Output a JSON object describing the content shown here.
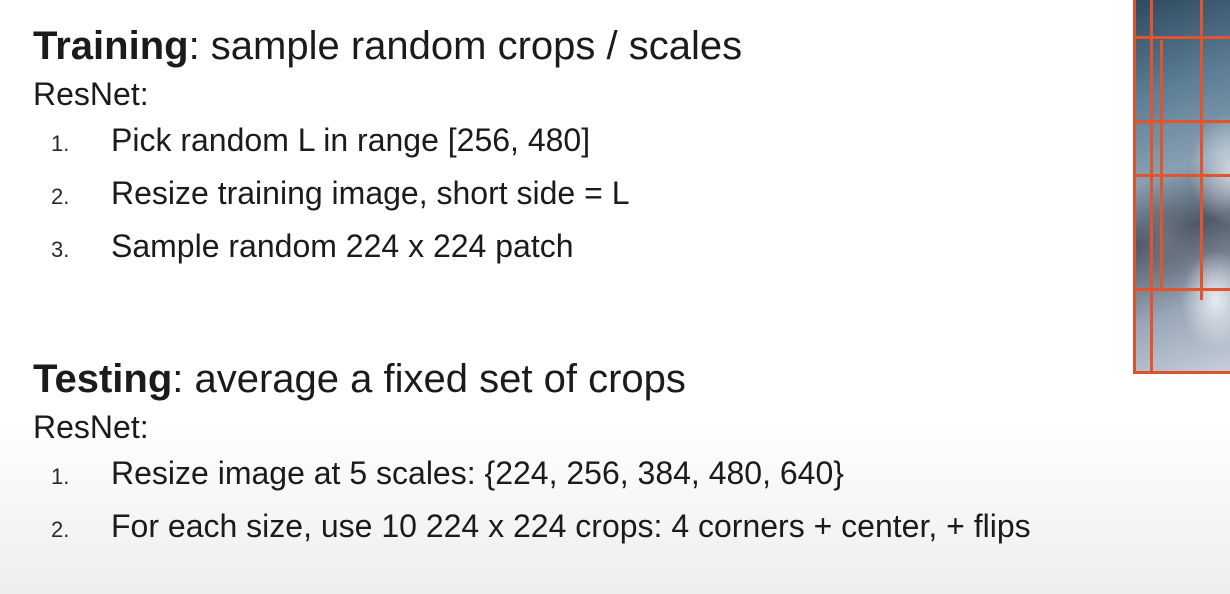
{
  "training": {
    "heading_bold": "Training",
    "heading_rest": ": sample random crops / scales",
    "subheading": "ResNet:",
    "steps": [
      {
        "num": "1.",
        "text": "Pick random L in range [256, 480]"
      },
      {
        "num": "2.",
        "text": "Resize training image, short side = L"
      },
      {
        "num": "3.",
        "text": "Sample random 224 x 224 patch"
      }
    ]
  },
  "testing": {
    "heading_bold": "Testing",
    "heading_rest": ": average a fixed set of crops",
    "subheading": "ResNet:",
    "steps": [
      {
        "num": "1.",
        "text": "Resize image at 5 scales:  {224, 256, 384, 480, 640}"
      },
      {
        "num": "2.",
        "text": "For each size, use 10 224 x 224 crops: 4 corners + center, + flips"
      }
    ]
  },
  "colors": {
    "crop_box": "#e0552c",
    "text": "#1b1b1b"
  }
}
